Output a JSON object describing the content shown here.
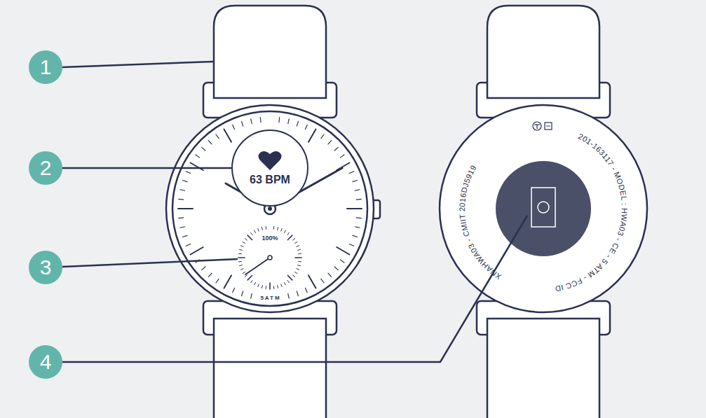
{
  "diagram": {
    "nodes": [
      {
        "text": [
          "1"
        ]
      },
      {
        "text": [
          "2"
        ]
      },
      {
        "text": [
          "63 BPM"
        ]
      },
      {
        "text": [
          "3"
        ]
      },
      {
        "text": [
          "100%"
        ]
      },
      {
        "text": [
          "4"
        ]
      }
    ],
    "edges": [
      {
        "from": 1,
        "to": 2,
        "arrow": "none"
      },
      {
        "from": 3,
        "to": 4,
        "arrow": "none"
      }
    ],
    "labels": [
      "5ATM",
      "XNAHWA03 - CMIIT 2016DJ5919",
      "201-163117 - MODEL : HWA03 - CE - 5 ATM - FCC ID"
    ]
  }
}
